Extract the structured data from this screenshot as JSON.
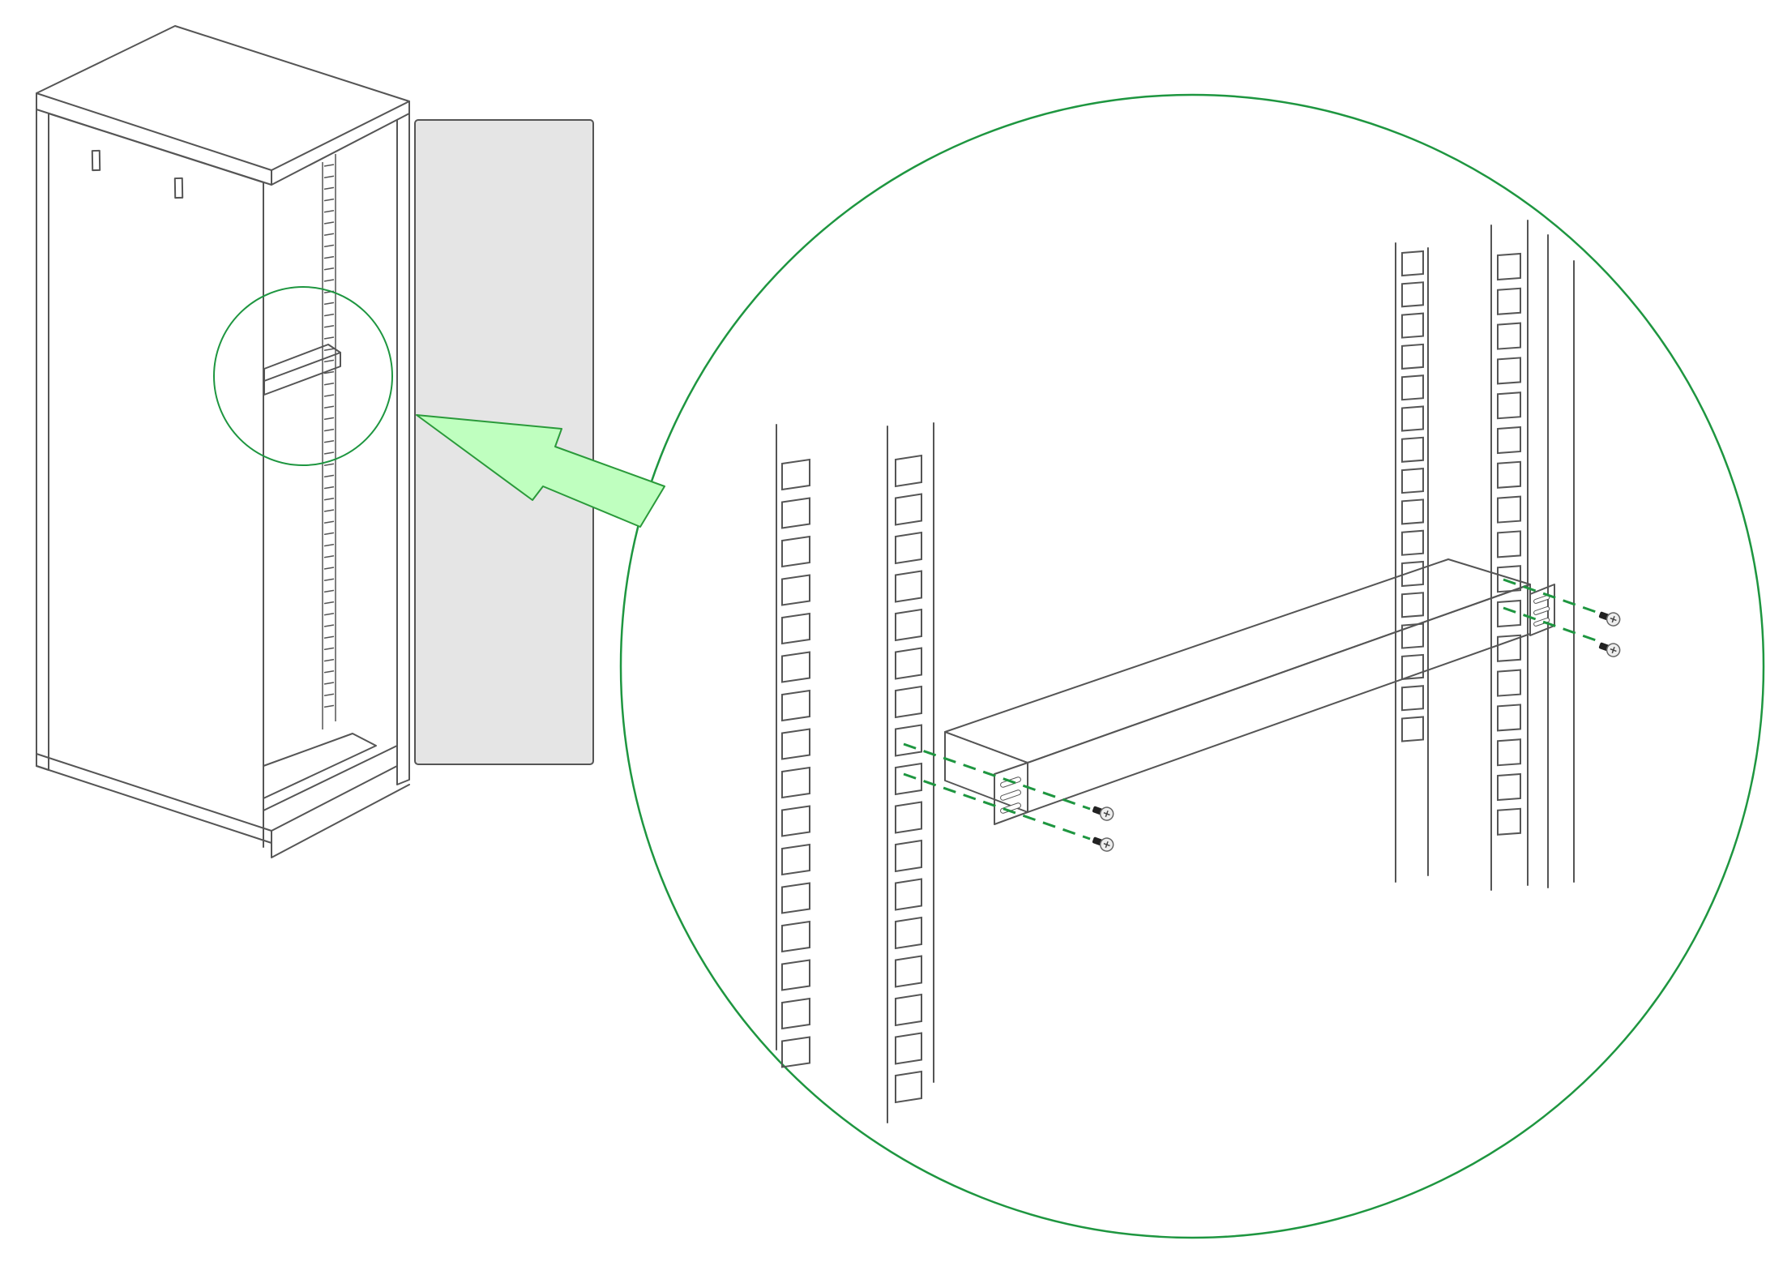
{
  "diagram": {
    "kind": "rack-mount installation illustration",
    "labels": [],
    "components": {
      "cabinet": "server-rack-cabinet",
      "door": "cabinet-side-door",
      "callout": "detail-callout-circle",
      "arrow": "zoom-arrow",
      "device": "rack-mount-device",
      "brackets": "mounting-brackets",
      "screws": 4,
      "rails": 4
    },
    "counts": {
      "left_outer_rail_holes": 16,
      "left_inner_rail_holes": 17,
      "right_inner_rail_holes": 16,
      "right_outer_rail_holes": 17,
      "cabinet_rail_ticks": 48
    }
  },
  "colors": {
    "line": "#555555",
    "callout_stroke": "#1e9640",
    "arrow_fill": "#bfffbf",
    "arrow_stroke": "#2a9a3a",
    "door_fill": "#e5e5e5",
    "device_face": "#cccccc",
    "bracket_fill": "#a9a9a9",
    "guide_dash": "#1e9640",
    "screw": "#222222"
  },
  "icons": [
    "screw-icon"
  ]
}
